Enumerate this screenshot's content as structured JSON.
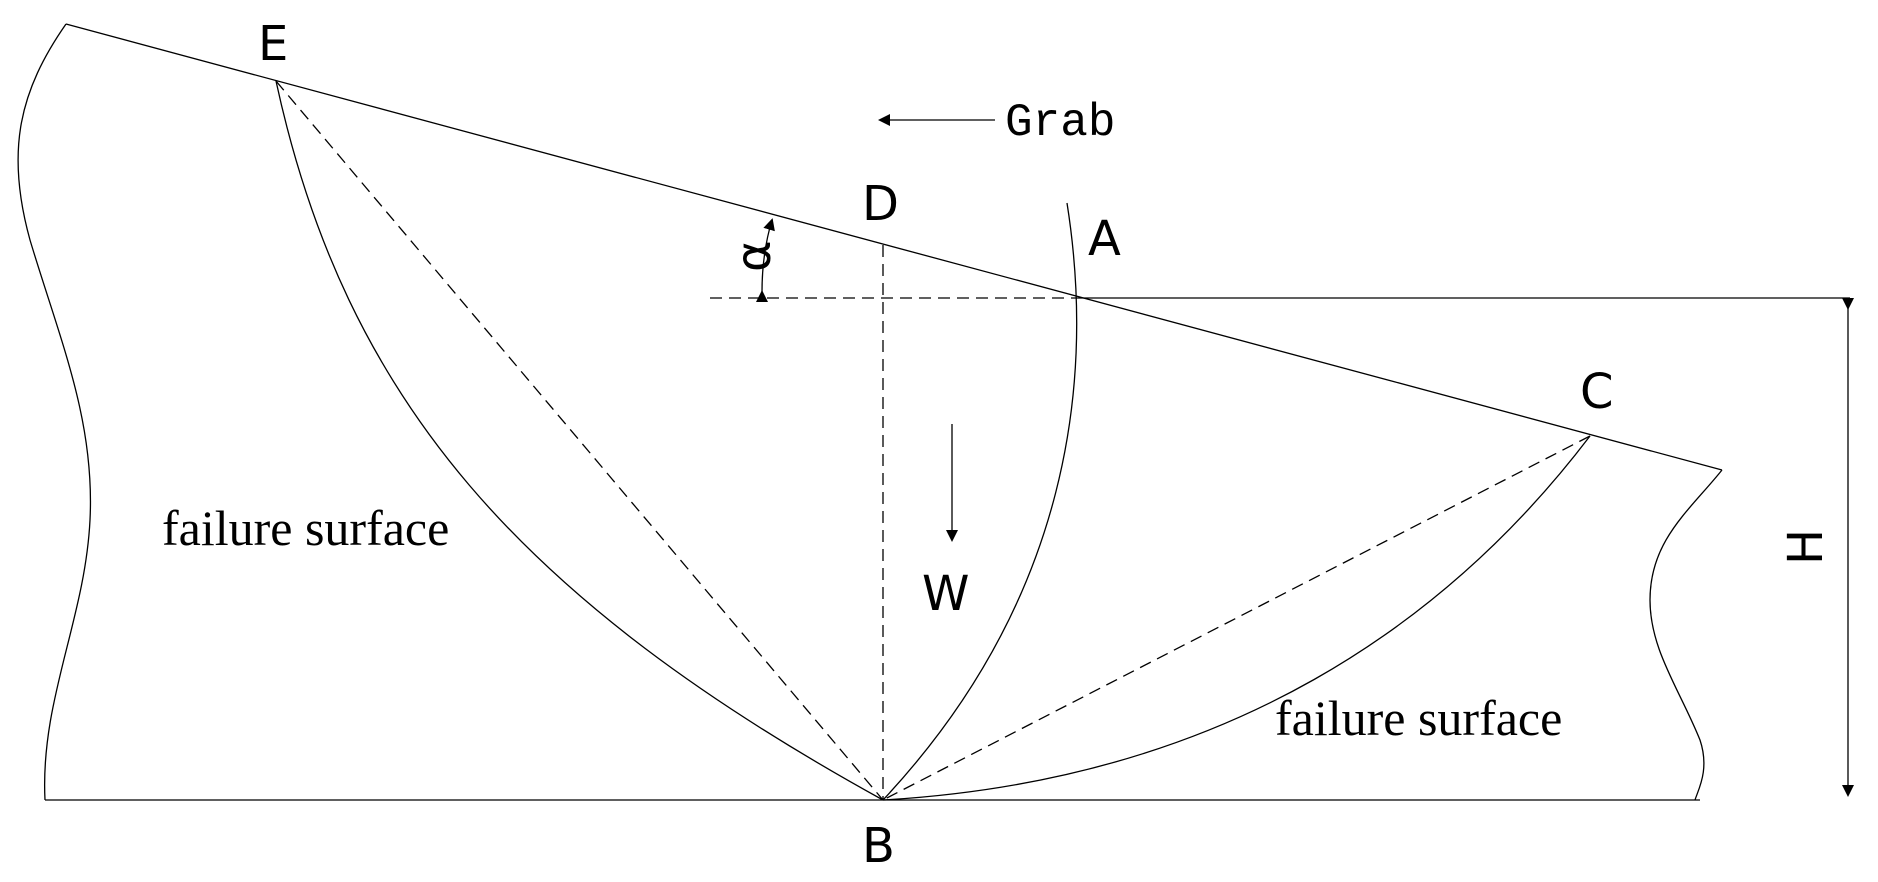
{
  "diagram": {
    "points": {
      "A": "A",
      "B": "B",
      "C": "C",
      "D": "D",
      "E": "E"
    },
    "force_label": "W",
    "direction_label": "Grab",
    "angle_label": "α",
    "height_label": "H",
    "failure_surface_left": "failure surface",
    "failure_surface_right": "failure surface"
  }
}
